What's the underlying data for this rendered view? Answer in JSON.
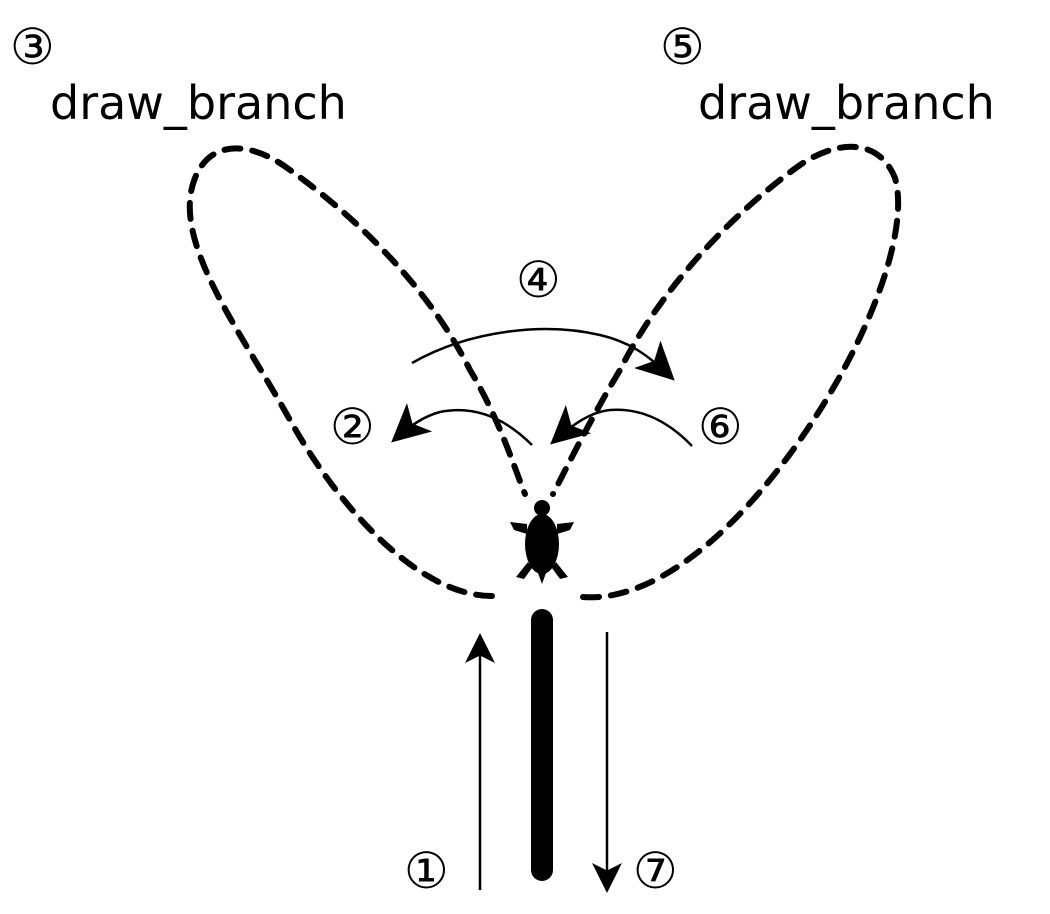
{
  "colors": {
    "stroke": "#000000",
    "background": "#ffffff"
  },
  "labels": {
    "branch_left": "draw_branch",
    "branch_right": "draw_branch"
  },
  "steps": {
    "s1": "①",
    "s2": "②",
    "s3": "③",
    "s4": "④",
    "s5": "⑤",
    "s6": "⑥",
    "s7": "⑦"
  },
  "icons": {
    "turtle": "turtle-icon"
  }
}
